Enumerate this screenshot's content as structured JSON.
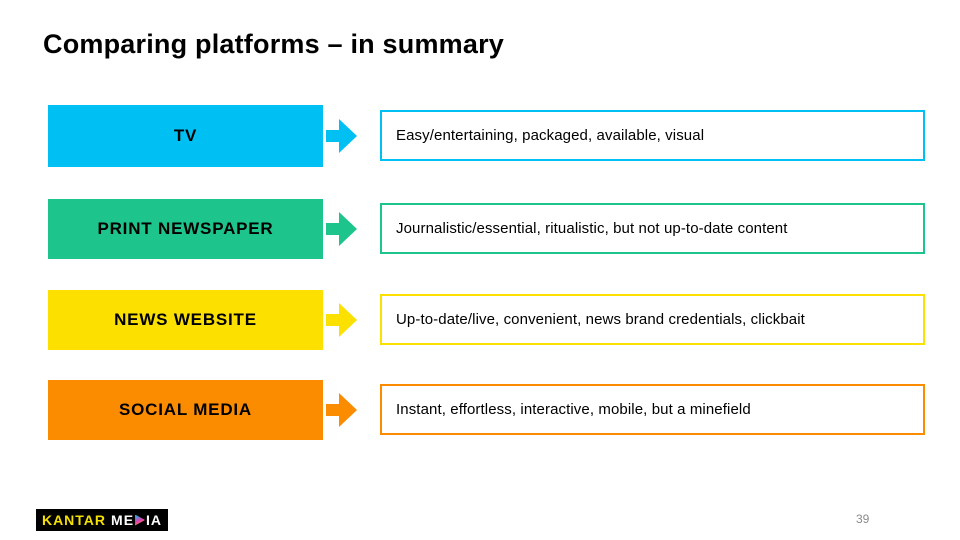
{
  "slide": {
    "title": "Comparing platforms – in summary",
    "page_number": "39"
  },
  "rows": [
    {
      "label": "TV",
      "description": "Easy/entertaining, packaged, available, visual",
      "color": "#00c0f3"
    },
    {
      "label": "PRINT NEWSPAPER",
      "description": "Journalistic/essential, ritualistic, but not up-to-date content",
      "color": "#1dc48c"
    },
    {
      "label": "NEWS WEBSITE",
      "description": "Up-to-date/live, convenient, news brand credentials, clickbait",
      "color": "#fbe000"
    },
    {
      "label": "SOCIAL MEDIA",
      "description": "Instant, effortless, interactive, mobile, but a minefield",
      "color": "#fb8c00"
    }
  ],
  "logo": {
    "brand": "KANTAR",
    "media_prefix": "ME",
    "media_suffix": "IA",
    "triangle_icon": "play-triangle-icon"
  }
}
